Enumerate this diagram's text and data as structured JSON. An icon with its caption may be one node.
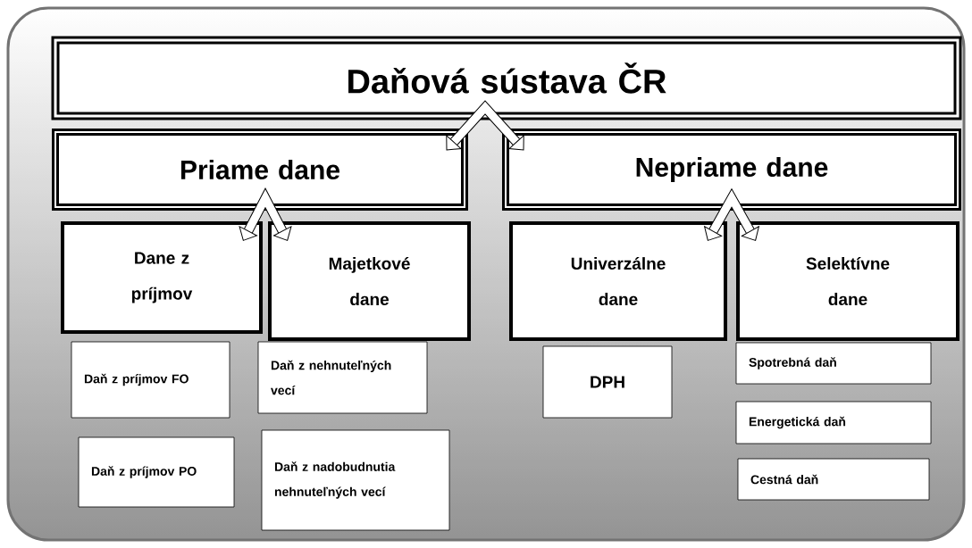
{
  "diagram": {
    "nodes": [
      {
        "text": [
          "Daňová sústava ČR"
        ]
      },
      {
        "text": [
          "Priame dane"
        ]
      },
      {
        "text": [
          "Nepriame dane"
        ]
      },
      {
        "text": [
          "Dane z príjmov"
        ]
      },
      {
        "text": [
          "Majetkové dane"
        ]
      },
      {
        "text": [
          "Univerzálne dane"
        ]
      },
      {
        "text": [
          "Selektívne dane"
        ]
      },
      {
        "text": [
          "Daň z príjmov FO"
        ]
      },
      {
        "text": [
          "Daň z nehnuteľných vecí"
        ]
      },
      {
        "text": [
          "DPH"
        ]
      },
      {
        "text": [
          "Spotrebná daň"
        ]
      },
      {
        "text": [
          "Daň z príjmov PO"
        ]
      },
      {
        "text": [
          "Daň z nadobudnutia nehnuteľných vecí"
        ]
      },
      {
        "text": [
          "Energetická daň"
        ]
      },
      {
        "text": [
          "Cestná daň"
        ]
      }
    ],
    "edges": [
      {
        "from": 1,
        "to": 2,
        "arrow": "both"
      },
      {
        "from": 3,
        "to": 4,
        "arrow": "both"
      },
      {
        "from": 5,
        "to": 6,
        "arrow": "both"
      }
    ]
  }
}
